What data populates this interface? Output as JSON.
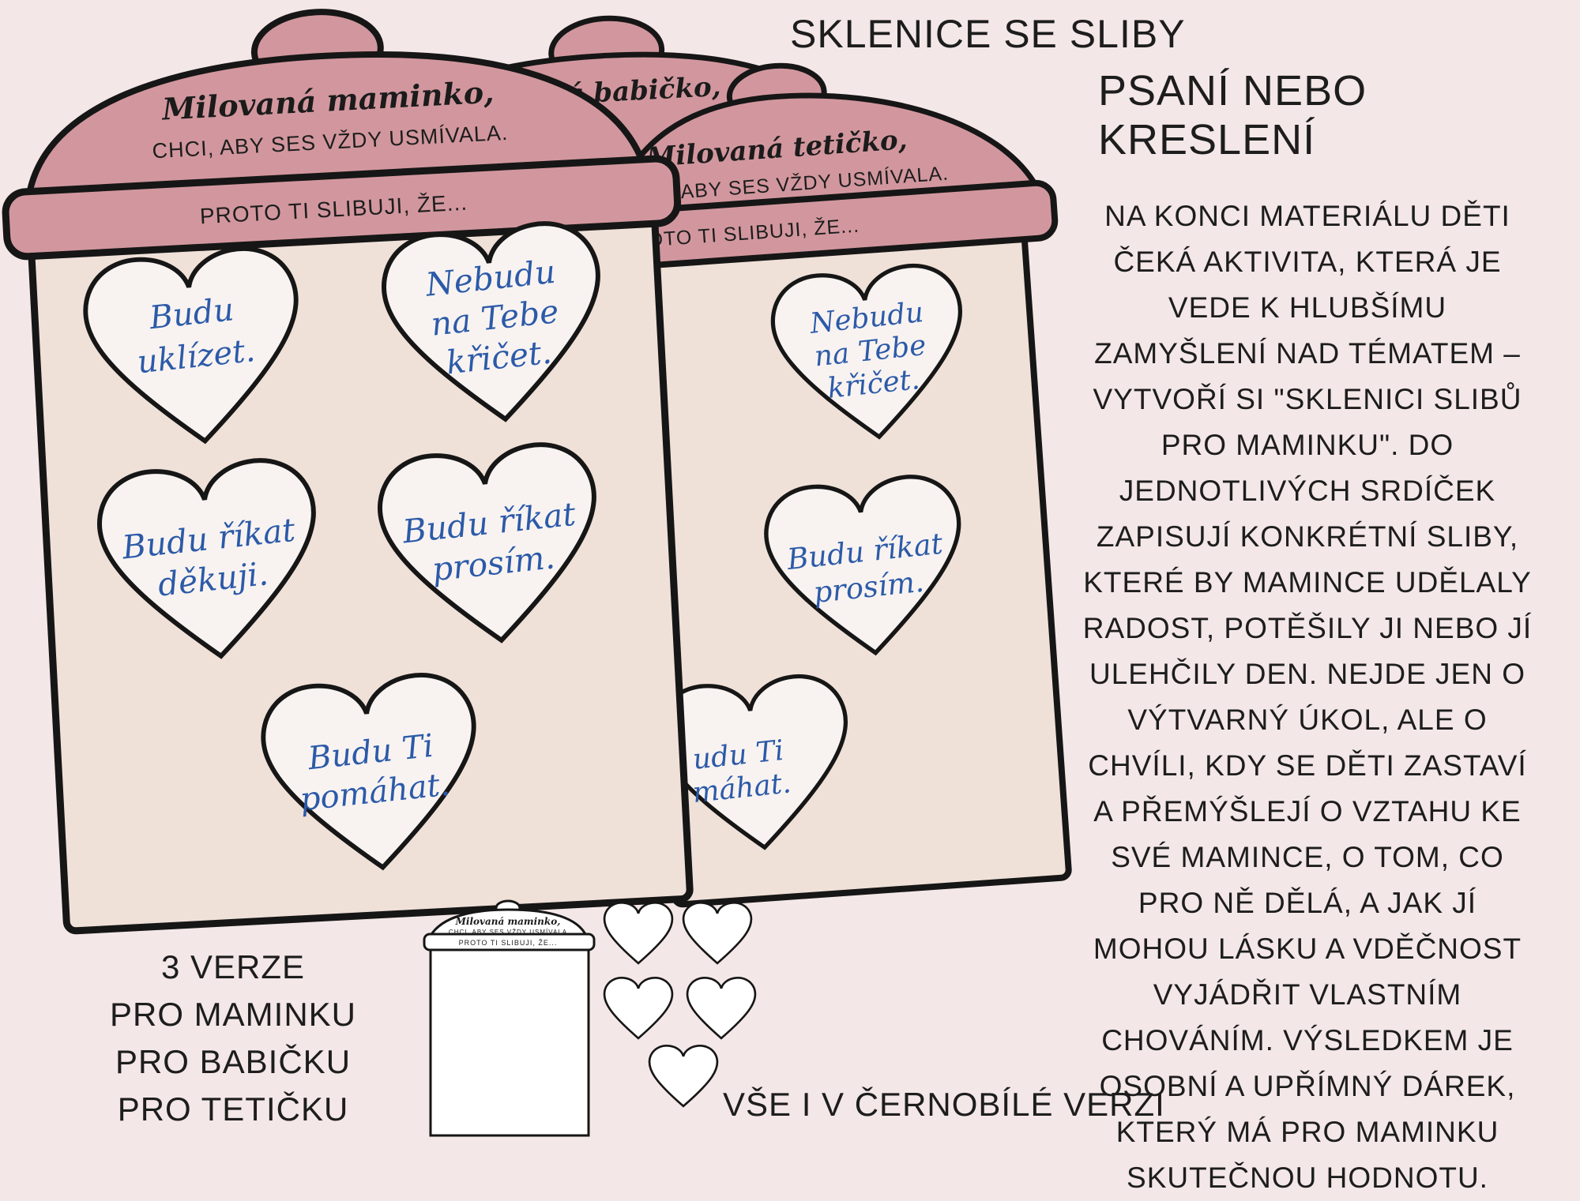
{
  "title_line1": "SKLENICE SE SLIBY",
  "title_line2": "PSANÍ NEBO KRESLENÍ",
  "description": "NA KONCI MATERIÁLU DĚTI ČEKÁ AKTIVITA, KTERÁ JE VEDE K HLUBŠÍMU ZAMYŠLENÍ NAD TÉMATEM – VYTVOŘÍ SI \"SKLENICI SLIBŮ PRO MAMINKU\". DO JEDNOTLIVÝCH SRDÍČEK ZAPISUJÍ KONKRÉTNÍ SLIBY, KTERÉ BY MAMINCE UDĚLALY RADOST, POTĚŠILY JI NEBO JÍ ULEHČILY DEN. NEJDE JEN O VÝTVARNÝ ÚKOL, ALE O CHVÍLI, KDY SE DĚTI ZASTAVÍ A PŘEMÝŠLEJÍ O VZTAHU KE SVÉ MAMINCE, O TOM, CO PRO NĚ DĚLÁ, A JAK JÍ MOHOU LÁSKU A VDĚČNOST VYJÁDŘIT VLASTNÍM CHOVÁNÍM. VÝSLEDKEM JE OSOBNÍ A UPŘÍMNÝ DÁREK, KTERÝ MÁ PRO MAMINKU SKUTEČNOU HODNOTU.",
  "versions": {
    "line1": "3 VERZE",
    "line2": "PRO MAMINKU",
    "line3": "PRO BABIČKU",
    "line4": "PRO TETIČKU"
  },
  "bw_note": "VŠE I V ČERNOBÍLÉ VERZI",
  "jar_front": {
    "title": "Milovaná maminko,",
    "subtitle": "CHCI, ABY SES VŽDY USMÍVALA.",
    "band": "PROTO TI SLIBUJI, ŽE...",
    "hearts": [
      {
        "line1": "Budu",
        "line2": "uklízet."
      },
      {
        "line1": "Nebudu",
        "line2": "na Tebe",
        "line3": "křičet."
      },
      {
        "line1": "Budu říkat",
        "line2": "děkuji."
      },
      {
        "line1": "Budu říkat",
        "line2": "prosím."
      },
      {
        "line1": "Budu Ti",
        "line2": "pomáhat."
      }
    ]
  },
  "jar_middle": {
    "title_partial": "ovaná babičko,"
  },
  "jar_back": {
    "title": "Milovaná tetičko,",
    "subtitle": "ABY SES VŽDY USMÍVALA.",
    "band": "PROTO TI SLIBUJI, ŽE...",
    "hearts": [
      {
        "line1": "Nebudu",
        "line2": "na Tebe",
        "line3": "křičet."
      },
      {
        "line1": "Budu říkat",
        "line2": "prosím."
      },
      {
        "line1": "udu Ti",
        "line2": "máhat."
      }
    ]
  },
  "thumbnail": {
    "title": "Milovaná maminko,",
    "subtitle": "CHCI, ABY SES VŽDY USMÍVALA",
    "band": "PROTO TI SLIBUJI, ŽE..."
  },
  "colors": {
    "background": "#f4e7e7",
    "lid": "#d2979e",
    "jar_body": "#f0e1d8",
    "heart_fill": "#f8f3f1",
    "outline": "#161616",
    "handwriting": "#2c5aa8"
  }
}
